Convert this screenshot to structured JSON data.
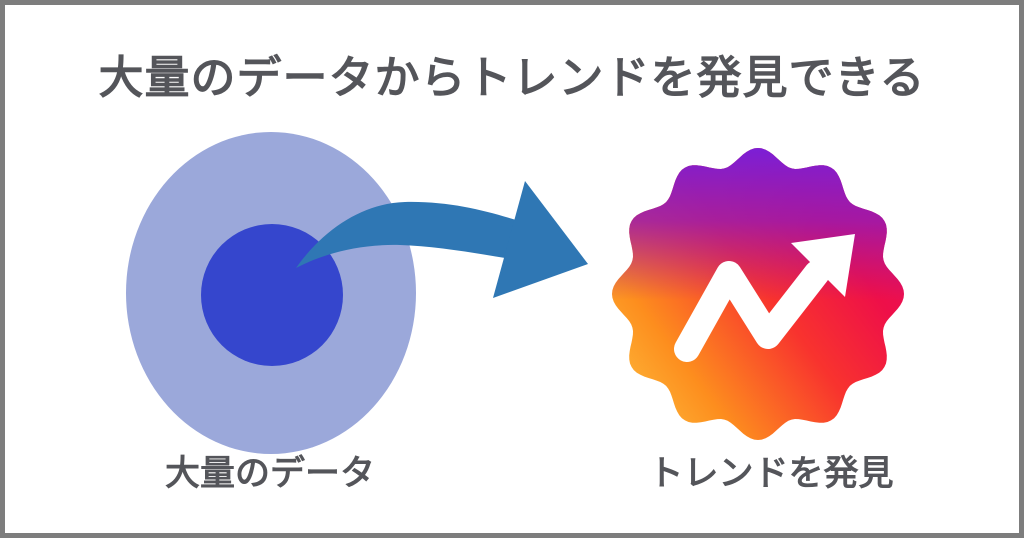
{
  "title": "大量のデータからトレンドを発見できる",
  "left": {
    "label": "大量のデータ"
  },
  "right": {
    "label": "トレンドを発見"
  },
  "icons": {
    "curved_arrow": "curved-right-arrow-icon",
    "trending_up": "trending-up-icon"
  },
  "colors": {
    "background": "#ffffff",
    "border_color": "#7d7d7d",
    "text_color": "#54555a",
    "outer_circle": "#9ba8da",
    "inner_circle": "#3546cd",
    "arrow": "#2f77b4",
    "badge_purple": "#7b1fd6",
    "badge_magenta": "#a5149b",
    "badge_crimson": "#ee0f49",
    "badge_pink": "#e5105f",
    "badge_red": "#f8332e",
    "badge_orange": "#fd8e1e",
    "badge_yellow": "#fec944",
    "icon_white": "#ffffff"
  }
}
